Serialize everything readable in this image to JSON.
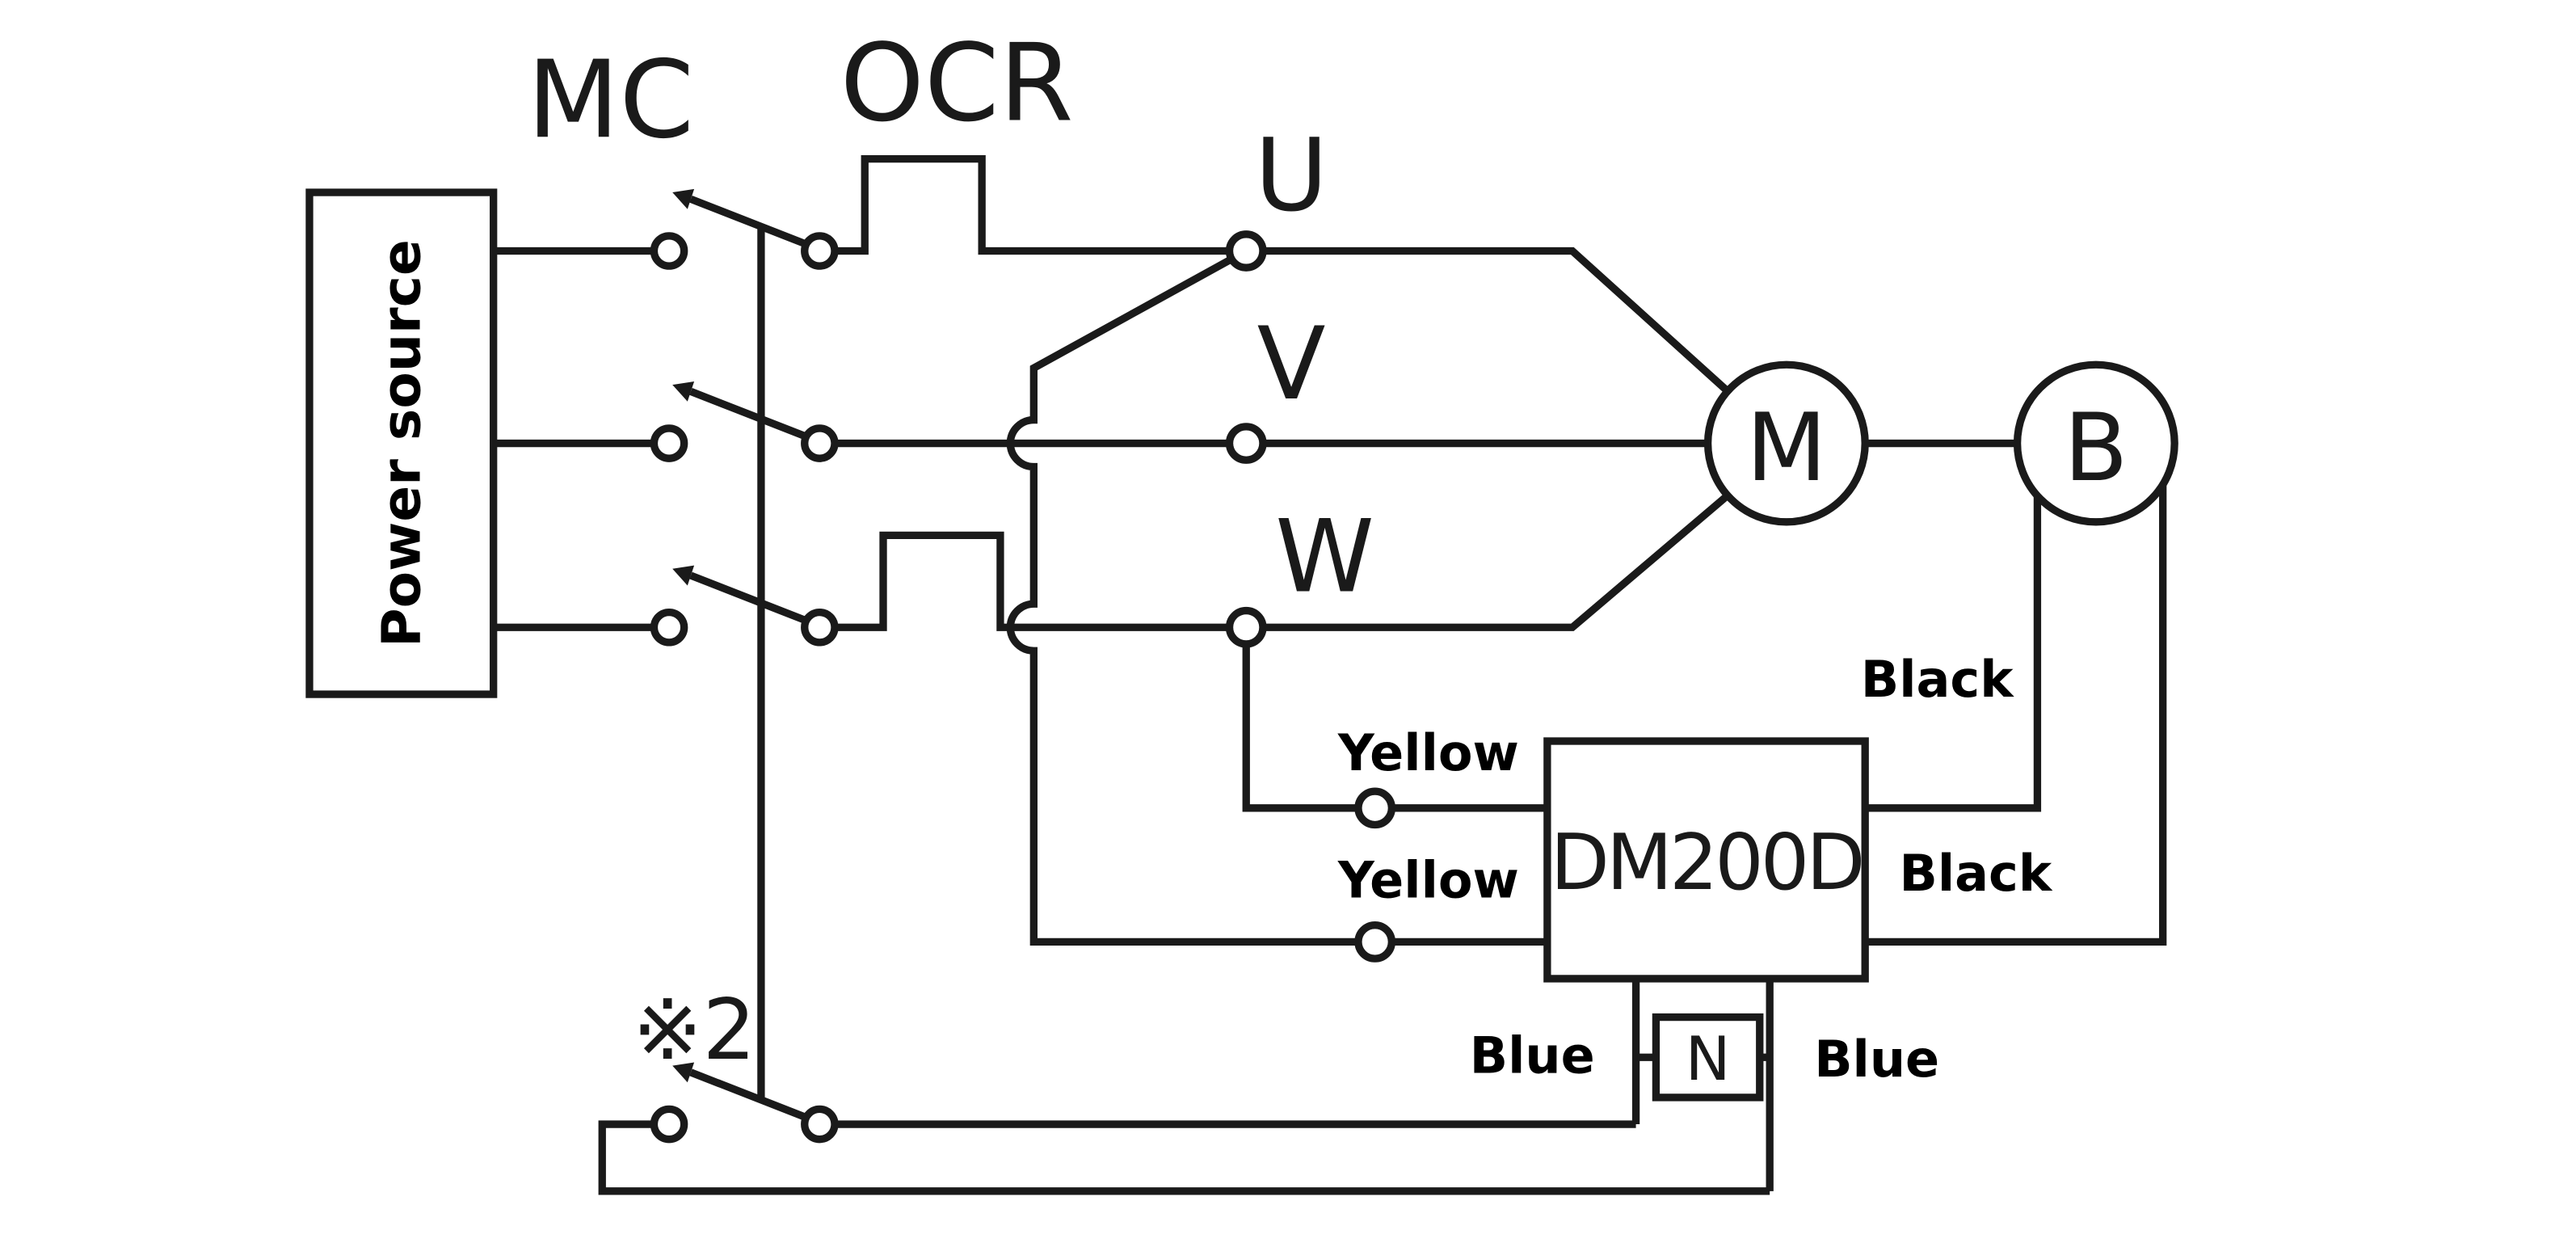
{
  "labels": {
    "power_source": "Power source",
    "contactor": "MC",
    "overcurrent_relay": "OCR",
    "terminal_u": "U",
    "terminal_v": "V",
    "terminal_w": "W",
    "motor": "M",
    "brake": "B",
    "rectifier_module": "DM200D",
    "thermal_protector": "N",
    "aux_contact_note": "※2",
    "yellow_upper": "Yellow",
    "yellow_lower": "Yellow",
    "black_upper": "Black",
    "black_lower": "Black",
    "blue_left": "Blue",
    "blue_right": "Blue"
  },
  "colors": {
    "line": "#1a1a1a",
    "background": "#ffffff"
  }
}
